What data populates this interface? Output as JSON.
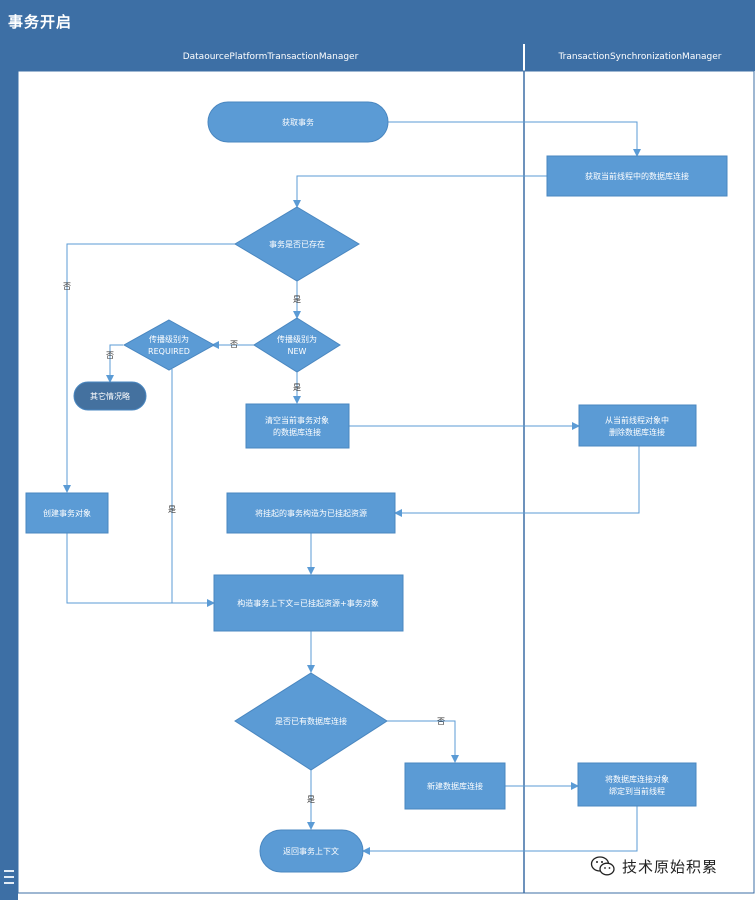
{
  "title": "事务开启",
  "lanes": {
    "left": "DataourcePlatformTransactionManager",
    "right": "TransactionSynchronizationManager"
  },
  "nodes": {
    "start": "获取事务",
    "get_conn": "获取当前线程中的数据库连接",
    "tx_exists": "事务是否已存在",
    "prop_new": [
      "传播级别为",
      "NEW"
    ],
    "prop_required": [
      "传播级别为",
      "REQUIRED"
    ],
    "other": "其它情况略",
    "clear_conn": [
      "清空当前事务对象",
      "的数据库连接"
    ],
    "remove_conn": [
      "从当前线程对象中",
      "删除数据库连接"
    ],
    "create_tx": "创建事务对象",
    "suspend": "将挂起的事务构造为已挂起资源",
    "build_ctx": "构造事务上下文=已挂起资源+事务对象",
    "has_conn": "是否已有数据库连接",
    "new_conn": "新建数据库连接",
    "bind_conn": [
      "将数据库连接对象",
      "绑定到当前线程"
    ],
    "return_ctx": "返回事务上下文"
  },
  "edge_labels": {
    "no": "否",
    "yes": "是"
  },
  "watermark": {
    "text": "技术原始积累",
    "icon": "wechat-icon"
  },
  "colors": {
    "header": "#3d6fa5",
    "node": "#5b9bd5",
    "node_border": "#4a87c0",
    "terminal_dark": "#44719f",
    "arrow": "#5b9bd5"
  }
}
